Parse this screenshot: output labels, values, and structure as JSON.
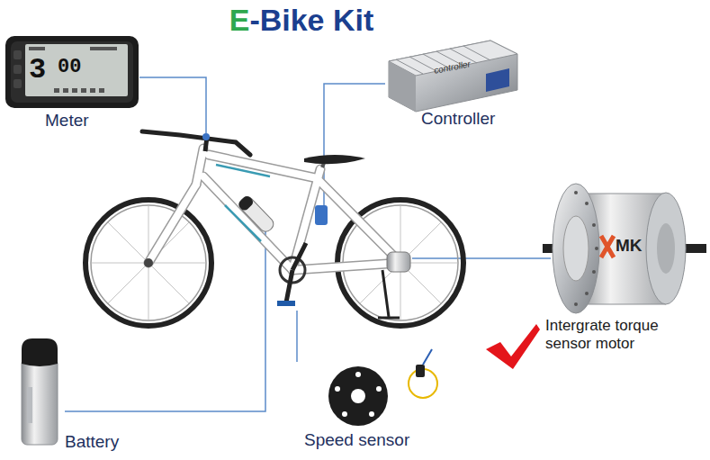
{
  "diagram": {
    "title": "E-Bike Kit",
    "labels": [
      "Meter",
      "Controller",
      "Intergrate torque sensor motor",
      "Battery",
      "Speed sensor",
      "3",
      "00",
      "MK",
      "controller"
    ]
  }
}
